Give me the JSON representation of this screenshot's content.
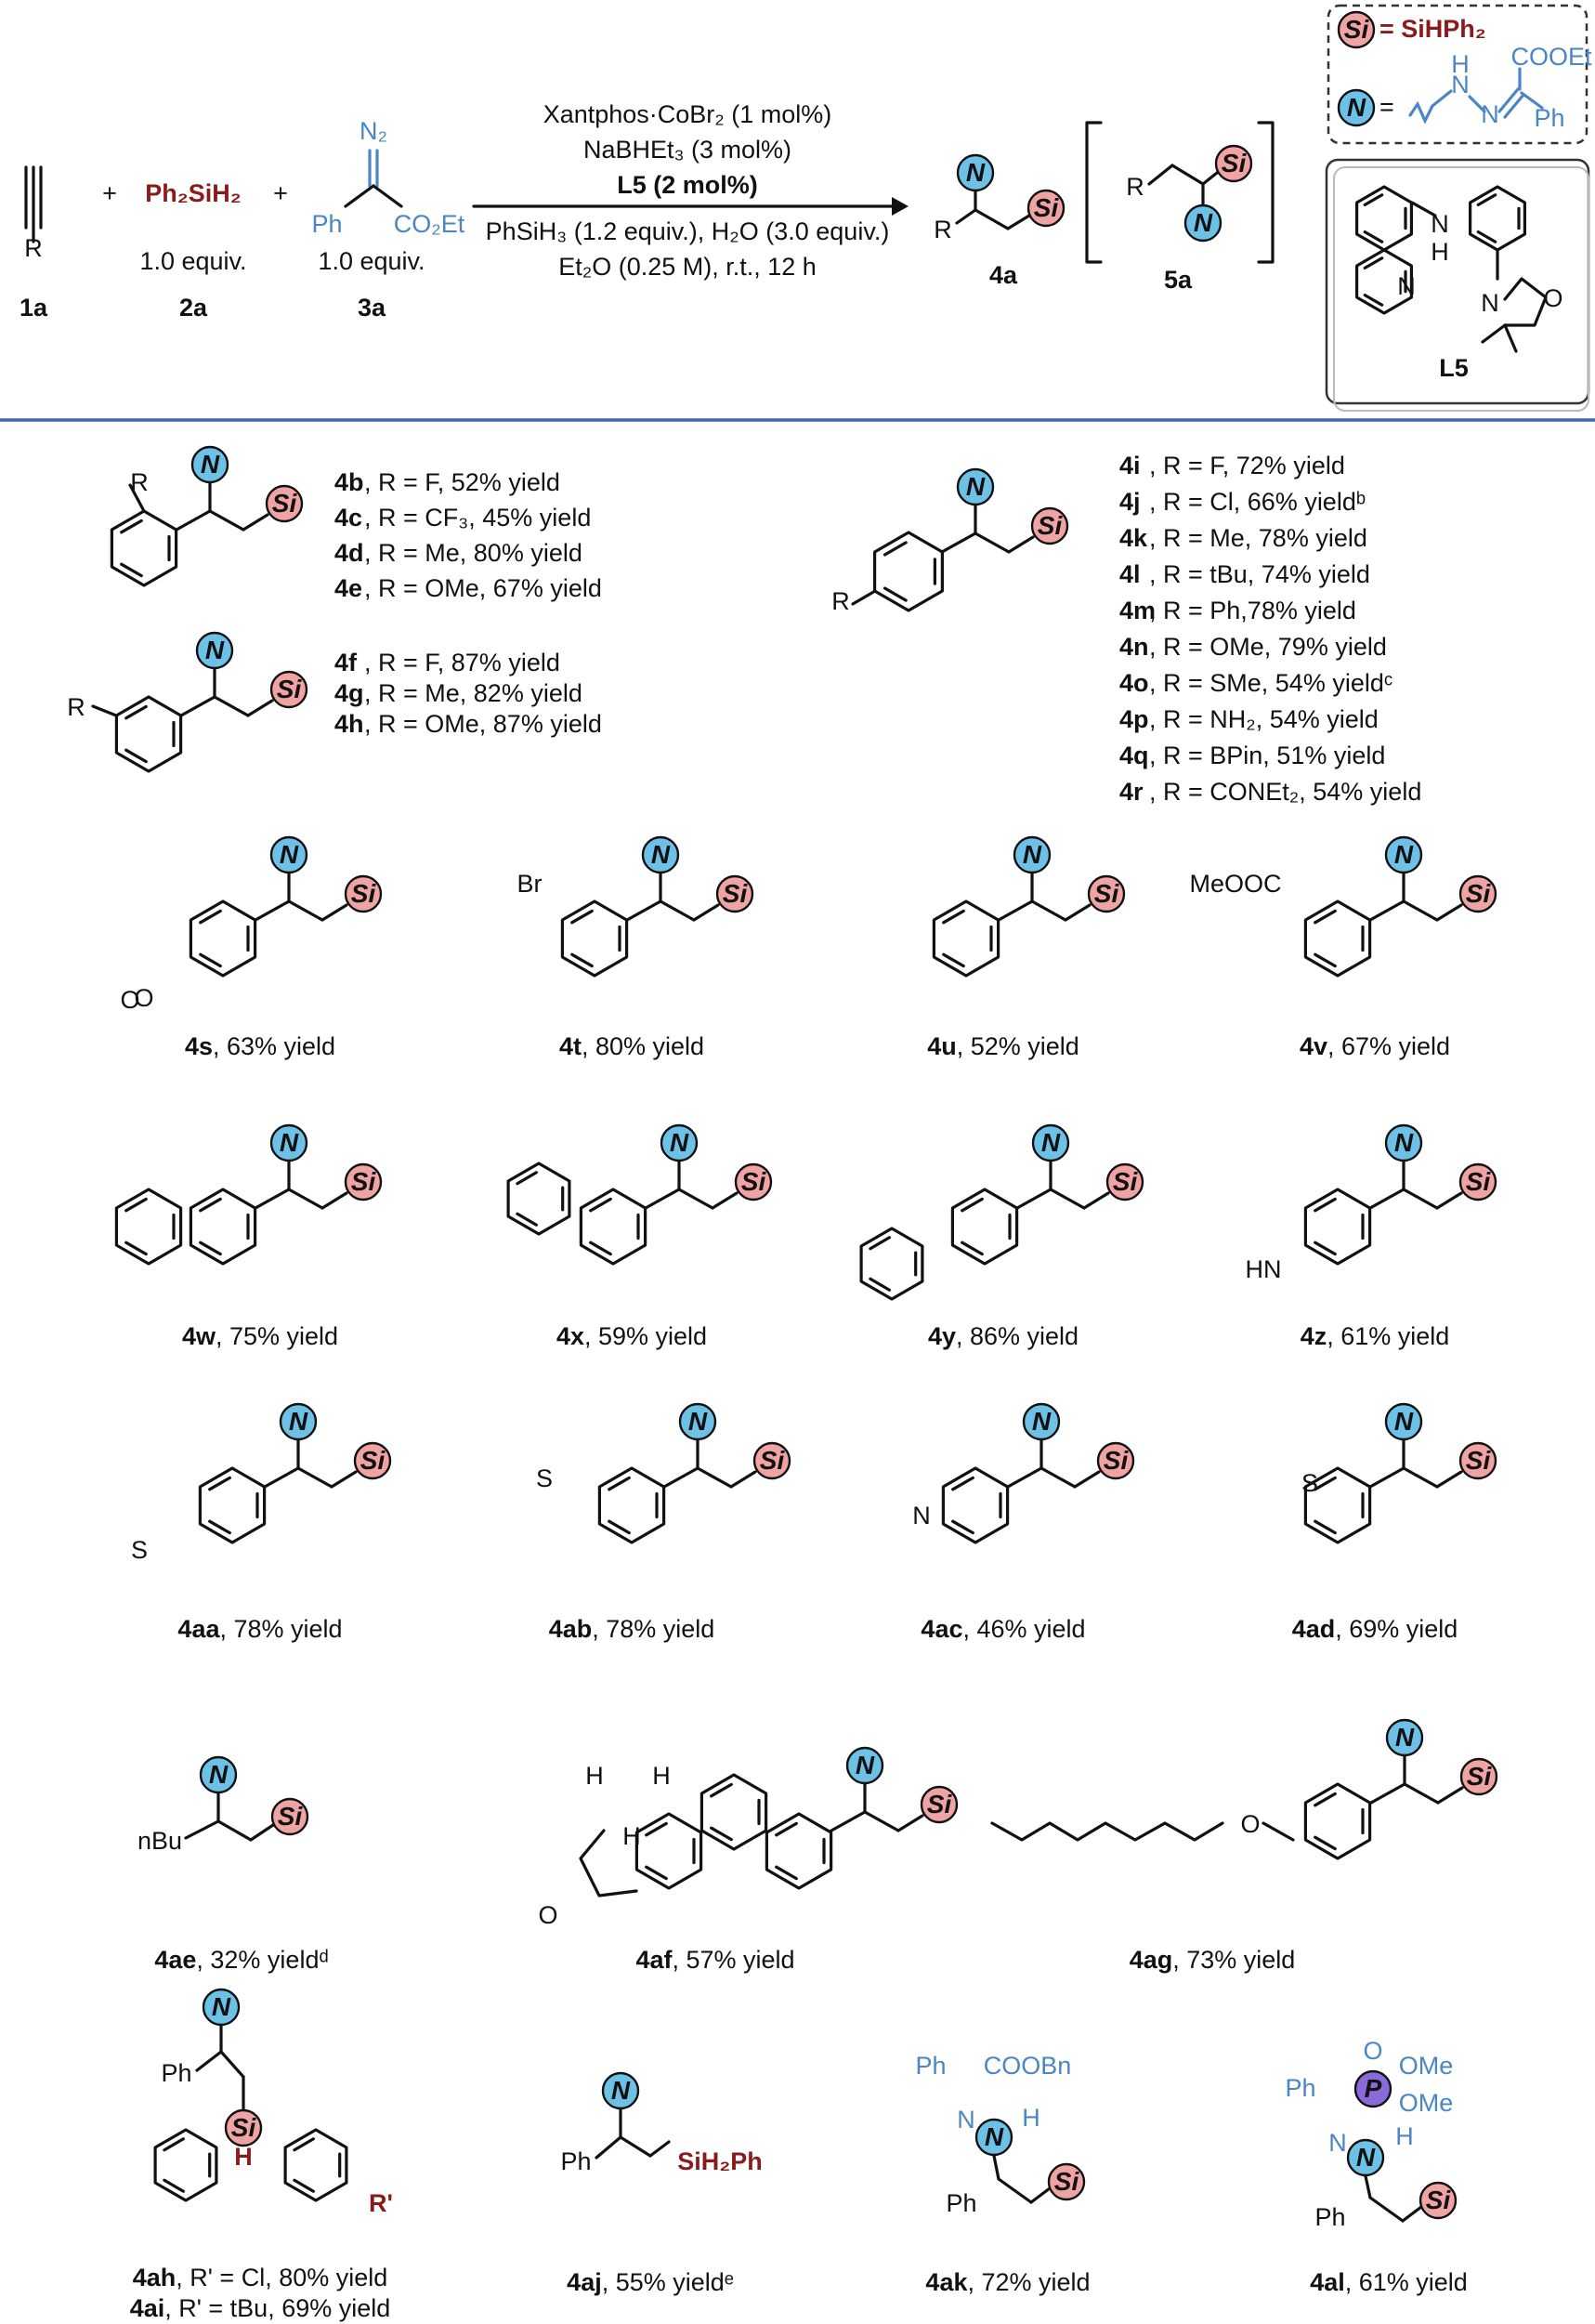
{
  "legend": {
    "si_eq": "= SiHPh₂",
    "n_eq": "=",
    "n_group_cooet": "COOEt",
    "n_group_ph": "Ph",
    "n_group_h": "H",
    "n_group_n": "N",
    "ligand_label": "L5"
  },
  "reaction": {
    "r1_label": "1a",
    "r1_R": "R",
    "r2_formula": "Ph₂SiH₂",
    "r2_equiv": "1.0 equiv.",
    "r2_label": "2a",
    "r3_equiv": "1.0 equiv.",
    "r3_label": "3a",
    "r3_ph": "Ph",
    "r3_co2et": "CO₂Et",
    "r3_n2": "N₂",
    "plus": "+",
    "cond1": "Xantphos·CoBr₂ (1 mol%)",
    "cond2": "NaBHEt₃ (3 mol%)",
    "cond3": "L5 (2 mol%)",
    "cond4": "PhSiH₃ (1.2 equiv.), H₂O (3.0 equiv.)",
    "cond5": "Et₂O (0.25 M), r.t., 12 h",
    "p1_label": "4a",
    "p2_label": "5a",
    "R": "R"
  },
  "entries_ortho": [
    {
      "id": "4b",
      "text": ", R = F, 52% yield"
    },
    {
      "id": "4c",
      "text": ", R = CF₃, 45% yield"
    },
    {
      "id": "4d",
      "text": ", R = Me, 80% yield"
    },
    {
      "id": "4e",
      "text": ", R = OMe, 67% yield"
    }
  ],
  "entries_meta": [
    {
      "id": "4f",
      "text": ", R = F, 87% yield"
    },
    {
      "id": "4g",
      "text": ", R = Me, 82% yield"
    },
    {
      "id": "4h",
      "text": ", R = OMe, 87% yield"
    }
  ],
  "entries_para": [
    {
      "id": "4i",
      "text": ", R = F, 72% yield"
    },
    {
      "id": "4j",
      "text": ", R = Cl, 66% yieldᵇ"
    },
    {
      "id": "4k",
      "text": ", R = Me, 78% yield"
    },
    {
      "id": "4l",
      "text": ", R = tBu, 74% yield"
    },
    {
      "id": "4m",
      "text": ", R = Ph,78% yield"
    },
    {
      "id": "4n",
      "text": ", R = OMe, 79% yield"
    },
    {
      "id": "4o",
      "text": ", R = SMe, 54% yieldᶜ"
    },
    {
      "id": "4p",
      "text": ", R = NH₂, 54% yield"
    },
    {
      "id": "4q",
      "text": ", R = BPin, 51% yield"
    },
    {
      "id": "4r",
      "text": ", R = CONEt₂, 54% yield"
    }
  ],
  "captions": [
    {
      "id": "4s",
      "text": ", 63% yield"
    },
    {
      "id": "4t",
      "text": ", 80% yield"
    },
    {
      "id": "4u",
      "text": ", 52% yield"
    },
    {
      "id": "4v",
      "text": ", 67% yield"
    },
    {
      "id": "4w",
      "text": ", 75% yield"
    },
    {
      "id": "4x",
      "text": ", 59% yield"
    },
    {
      "id": "4y",
      "text": ", 86% yield"
    },
    {
      "id": "4z",
      "text": ", 61% yield"
    },
    {
      "id": "4aa",
      "text": ", 78% yield"
    },
    {
      "id": "4ab",
      "text": ", 78% yield"
    },
    {
      "id": "4ac",
      "text": ", 46% yield"
    },
    {
      "id": "4ad",
      "text": ", 69% yield"
    },
    {
      "id": "4ae",
      "text": ", 32% yieldᵈ"
    },
    {
      "id": "4af",
      "text": ", 57% yield"
    },
    {
      "id": "4ag",
      "text": ", 73% yield"
    },
    {
      "id": "4ah",
      "text": ", R' = Cl, 80% yield"
    },
    {
      "id": "4ai",
      "text": ", R' = tBu, 69% yield"
    },
    {
      "id": "4aj",
      "text": ", 55% yieldᵉ"
    },
    {
      "id": "4ak",
      "text": ", 72% yield"
    },
    {
      "id": "4al",
      "text": ", 61% yield"
    }
  ],
  "substituents": {
    "R": "R",
    "Br": "Br",
    "MeOOC": "MeOOC",
    "HN": "HN",
    "S": "S",
    "N": "N",
    "O": "O",
    "nBu": "nBu",
    "H": "H",
    "Ph": "Ph",
    "Rp": "R'",
    "SiH2Ph": "SiH₂Ph",
    "COOBn": "COOBn",
    "OMe": "OMe",
    "P": "P"
  },
  "badges": {
    "N": "N",
    "Si": "Si"
  }
}
